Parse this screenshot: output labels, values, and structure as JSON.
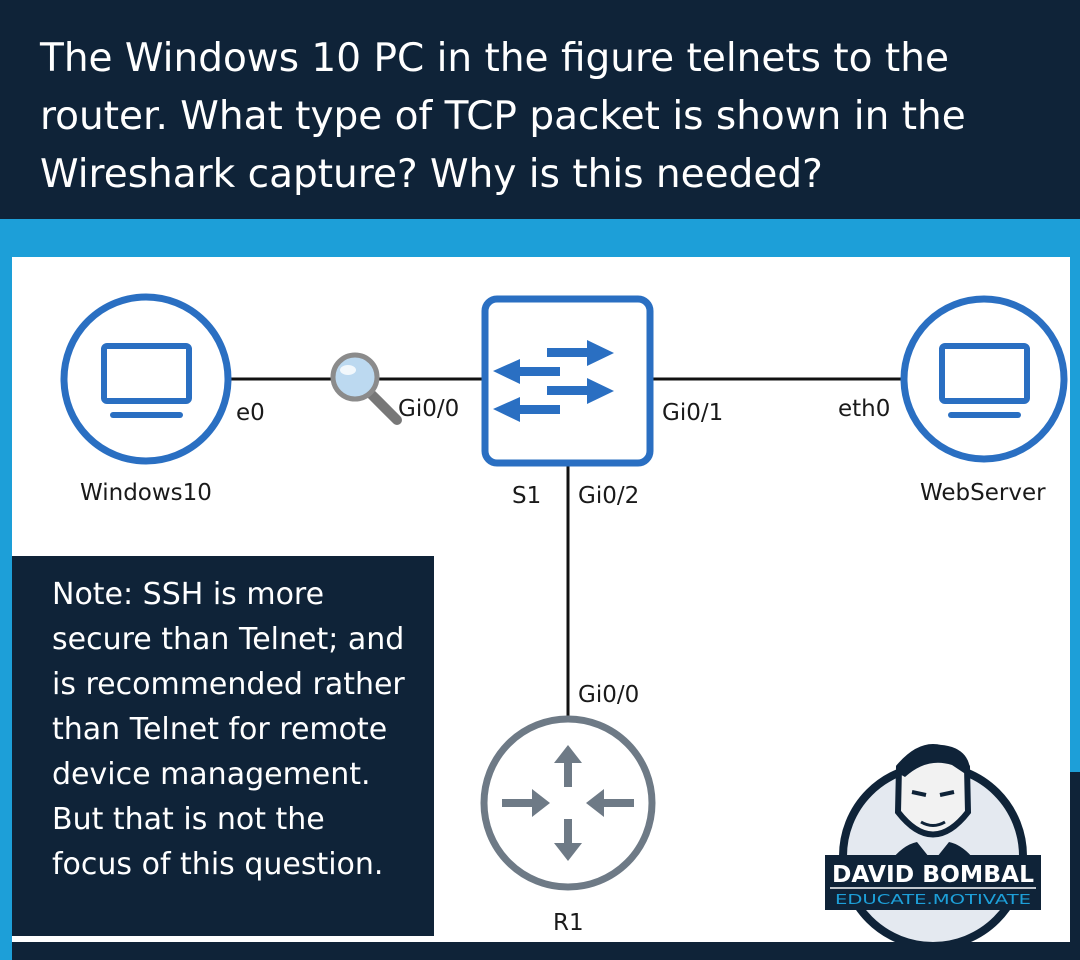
{
  "question": "The Windows 10 PC in the figure telnets to the router. What type of TCP packet is shown in the Wireshark capture? Why is this needed?",
  "colors": {
    "navy": "#0f2338",
    "accent_blue": "#1d9fd8",
    "device_blue": "#2a6fc2",
    "router_gray": "#6e7a86"
  },
  "devices": {
    "pc": {
      "name": "Windows10",
      "icon": "monitor-icon"
    },
    "switch": {
      "name": "S1",
      "icon": "switch-arrows-icon"
    },
    "server": {
      "name": "WebServer",
      "icon": "monitor-icon"
    },
    "router": {
      "name": "R1",
      "icon": "router-arrows-icon"
    }
  },
  "interfaces": {
    "pc_e0": "e0",
    "switch_gi00": "Gi0/0",
    "switch_gi01": "Gi0/1",
    "server_eth0": "eth0",
    "switch_gi02": "Gi0/2",
    "router_gi00": "Gi0/0"
  },
  "capture_point_icon": "magnifier-icon",
  "note": "Note: SSH is more secure than Telnet; and is recommended rather than Telnet for remote device management. But that is not the focus of this question.",
  "logo": {
    "name": "DAVID BOMBAL",
    "tagline": "EDUCATE.MOTIVATE"
  }
}
